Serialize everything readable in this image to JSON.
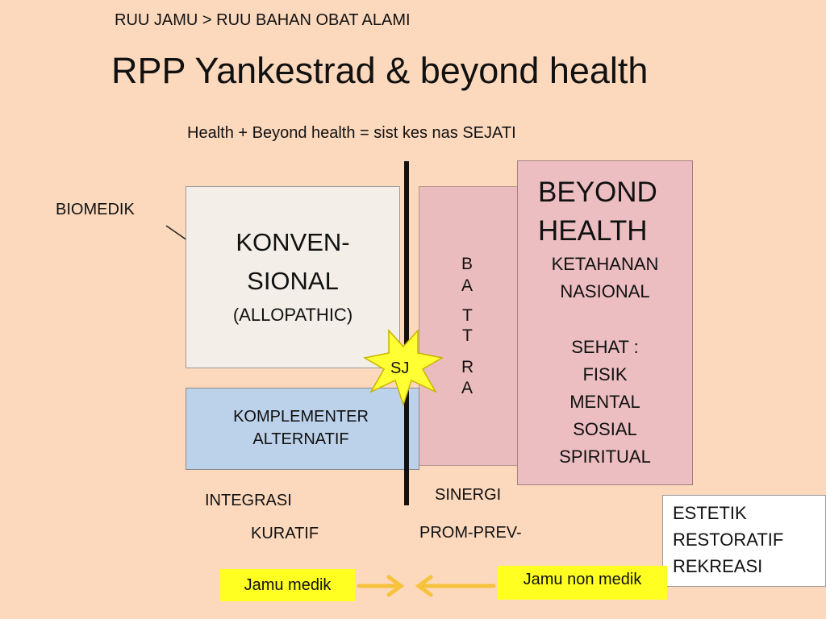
{
  "header": {
    "supertitle": "RUU JAMU > RUU BAHAN OBAT ALAMI",
    "title": "RPP Yankestrad & beyond health",
    "subtitle": "Health + Beyond health = sist kes nas SEJATI"
  },
  "labels": {
    "biomedik": "BIOMEDIK",
    "integrasi": "INTEGRASI",
    "kuratif": "KURATIF",
    "sinergi": "SINERGI",
    "prom_prev": "PROM-PREV-"
  },
  "konvensional": {
    "line1": "KONVEN-",
    "line2": "SIONAL",
    "line3": "(ALLOPATHIC)"
  },
  "komplementer": {
    "line1": "KOMPLEMENTER",
    "line2": "ALTERNATIF"
  },
  "battra": {
    "letters": [
      "B",
      "A",
      "T",
      "T",
      "R",
      "A"
    ]
  },
  "sj_badge": "SJ",
  "beyond_health": {
    "title1": "BEYOND",
    "title2": "HEALTH",
    "line1": "KETAHANAN",
    "line2": "NASIONAL",
    "line3": "SEHAT :",
    "line4": "FISIK",
    "line5": "MENTAL",
    "line6": "SOSIAL",
    "line7": "SPIRITUAL"
  },
  "estetik_box": {
    "line1": "ESTETIK",
    "line2": "RESTORATIF",
    "line3": "REKREASI"
  },
  "jamu": {
    "medik": "Jamu medik",
    "non_medik": "Jamu non medik"
  },
  "colors": {
    "background": "#fcd9bd",
    "konvensional_fill": "#f3efe8",
    "komplementer_fill": "#bcd1ea",
    "battra_fill": "#ebbcbe",
    "beyond_fill": "#ecbec1",
    "sj_star": "#ffff33",
    "jamu_label": "#ffff22",
    "arrow": "#f7c23c"
  }
}
